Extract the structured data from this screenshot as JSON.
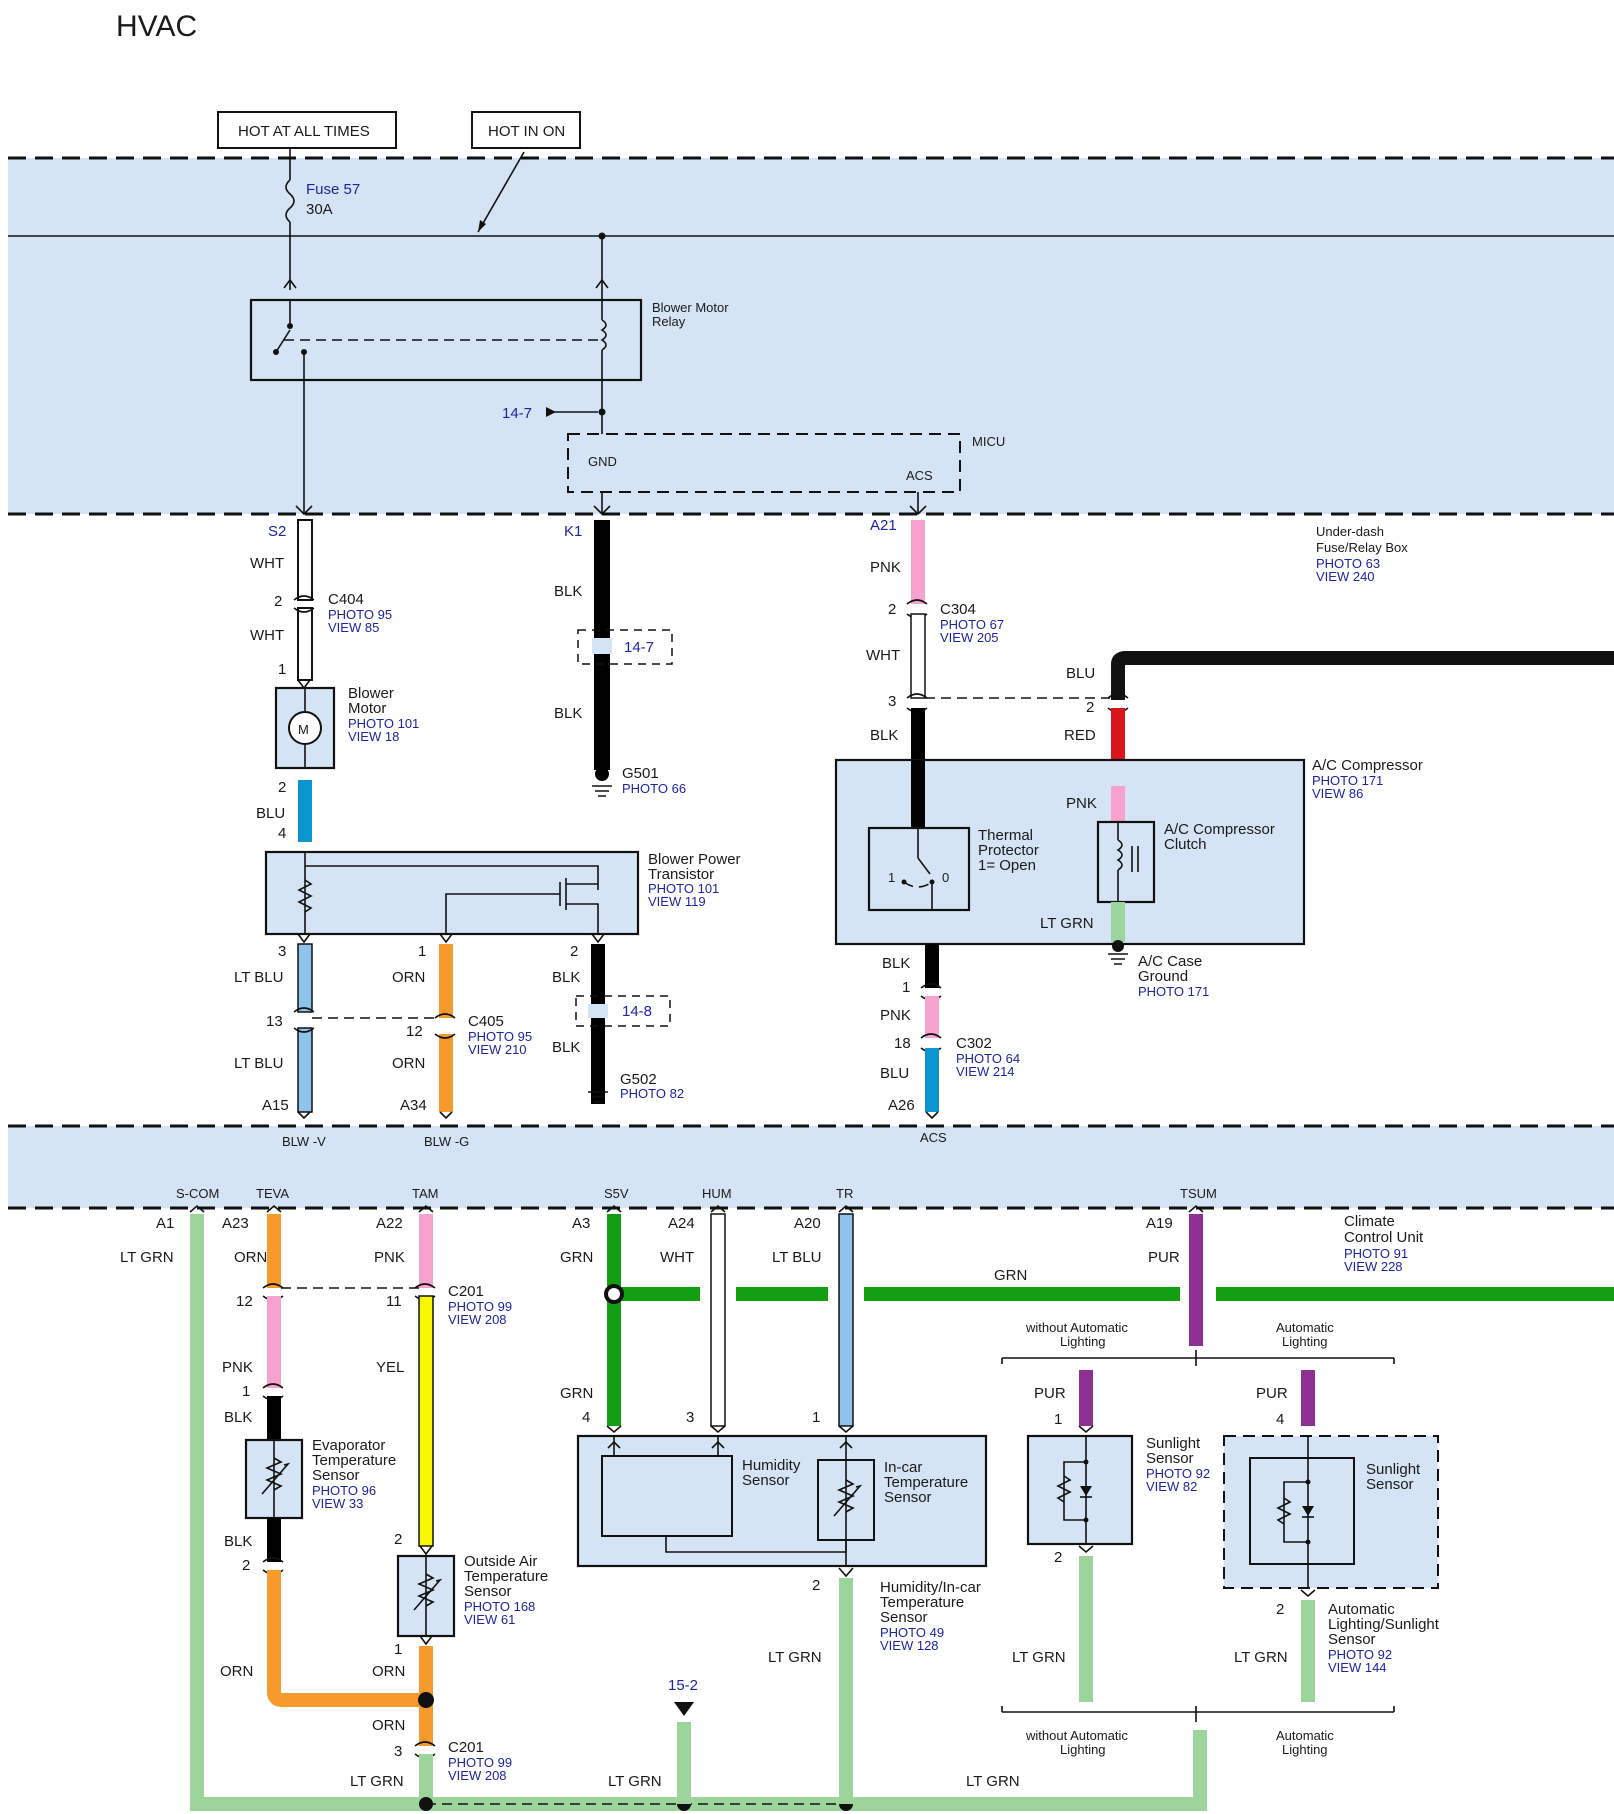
{
  "title": "HVAC",
  "zones": {
    "underdash": [
      "Under-dash",
      "Fuse/Relay Box"
    ],
    "underdash_photo": "PHOTO 63",
    "underdash_view": "VIEW 240",
    "ccu": [
      "Climate",
      "Control Unit"
    ],
    "ccu_photo": "PHOTO 91",
    "ccu_view": "VIEW 228"
  },
  "power": {
    "hot_all": "HOT AT ALL TIMES",
    "hot_on": "HOT IN ON",
    "fuse": "Fuse 57",
    "fuse_rating": "30A"
  },
  "components": {
    "relay": [
      "Blower Motor",
      "Relay"
    ],
    "micu": "MICU",
    "micu_gnd": "GND",
    "micu_acs": "ACS",
    "ref_14_7": "14-7",
    "ref_14_8": "14-8",
    "ref_15_2": "15-2",
    "blower_motor": [
      "Blower",
      "Motor"
    ],
    "blower_motor_photo": "PHOTO 101",
    "blower_motor_view": "VIEW 18",
    "motor_symbol": "M",
    "bpt": [
      "Blower Power",
      "Transistor"
    ],
    "bpt_photo": "PHOTO 101",
    "bpt_view": "VIEW 119",
    "thermal": [
      "Thermal",
      "Protector",
      "1= Open"
    ],
    "thermal_p1": "1",
    "thermal_p0": "0",
    "clutch": [
      "A/C Compressor",
      "Clutch"
    ],
    "compressor": "A/C Compressor",
    "compressor_photo": "PHOTO 171",
    "compressor_view": "VIEW 86",
    "case_ground": [
      "A/C Case",
      "Ground"
    ],
    "case_ground_photo": "PHOTO 171",
    "evap": [
      "Evaporator",
      "Temperature",
      "Sensor"
    ],
    "evap_photo": "PHOTO 96",
    "evap_view": "VIEW 33",
    "oat": [
      "Outside Air",
      "Temperature",
      "Sensor"
    ],
    "oat_photo": "PHOTO 168",
    "oat_view": "VIEW 61",
    "humidity": [
      "Humidity",
      "Sensor"
    ],
    "incar": [
      "In-car",
      "Temperature",
      "Sensor"
    ],
    "hum_incar": [
      "Humidity/In-car",
      "Temperature",
      "Sensor"
    ],
    "hum_incar_photo": "PHOTO 49",
    "hum_incar_view": "VIEW 128",
    "sunlight": [
      "Sunlight",
      "Sensor"
    ],
    "sunlight_photo": "PHOTO 92",
    "sunlight_view": "VIEW 82",
    "sunlight2": [
      "Sunlight",
      "Sensor"
    ],
    "auto_sun": [
      "Automatic",
      "Lighting/Sunlight",
      "Sensor"
    ],
    "auto_sun_photo": "PHOTO 92",
    "auto_sun_view": "VIEW 144",
    "without_auto": [
      "without Automatic",
      "Lighting"
    ],
    "auto_light": [
      "Automatic",
      "Lighting"
    ]
  },
  "connectors": {
    "c404": "C404",
    "c404_photo": "PHOTO 95",
    "c404_view": "VIEW 85",
    "c304": "C304",
    "c304_photo": "PHOTO 67",
    "c304_view": "VIEW 205",
    "c405": "C405",
    "c405_photo": "PHOTO 95",
    "c405_view": "VIEW 210",
    "c302": "C302",
    "c302_photo": "PHOTO 64",
    "c302_view": "VIEW 214",
    "c201": "C201",
    "c201_photo": "PHOTO 99",
    "c201_view": "VIEW 208",
    "g501": "G501",
    "g501_photo": "PHOTO 66",
    "g502": "G502",
    "g502_photo": "PHOTO 82"
  },
  "colors": {
    "zone_fill": "#d4e4f4",
    "WHT": "#ffffff",
    "BLK": "#000000",
    "PNK": "#f5a3cc",
    "BLU": "#0a95cf",
    "LT_BLU": "#8ec3ea",
    "ORN": "#f79a2e",
    "RED": "#d9141b",
    "LT_GRN": "#9cd49c",
    "GRN": "#12a012",
    "YEL": "#f7f700",
    "PUR": "#8e3092"
  },
  "labels": {
    "S2": "S2",
    "K1": "K1",
    "A21": "A21",
    "WHT": "WHT",
    "BLK": "BLK",
    "PNK": "PNK",
    "BLU": "BLU",
    "LT_BLU": "LT BLU",
    "ORN": "ORN",
    "RED": "RED",
    "LT_GRN": "LT GRN",
    "GRN": "GRN",
    "YEL": "YEL",
    "PUR": "PUR",
    "p1": "1",
    "p2": "2",
    "p3": "3",
    "p4": "4",
    "p11": "11",
    "p12": "12",
    "p13": "13",
    "p18": "18",
    "A15": "A15",
    "A34": "A34",
    "A26": "A26",
    "BLW_V": "BLW -V",
    "BLW_G": "BLW -G",
    "ACS": "ACS",
    "S_COM": "S-COM",
    "TEVA": "TEVA",
    "TAM": "TAM",
    "S5V": "S5V",
    "HUM": "HUM",
    "TR": "TR",
    "TSUM": "TSUM",
    "A1": "A1",
    "A23": "A23",
    "A22": "A22",
    "A3": "A3",
    "A24": "A24",
    "A20": "A20",
    "A19": "A19"
  }
}
